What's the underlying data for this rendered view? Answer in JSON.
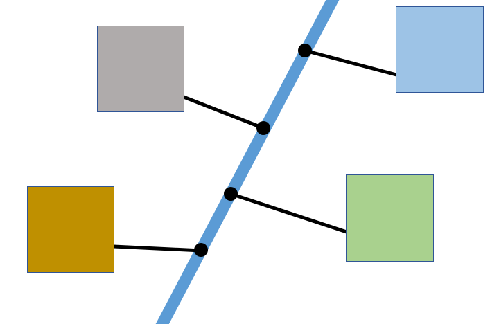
{
  "diagram": {
    "spine_color": "#5B9BD5",
    "connector_color": "#000000",
    "node_color": "#000000",
    "box_border_color": "#2F5597",
    "boxes": [
      {
        "id": "gray-box",
        "fill": "#AFABAB"
      },
      {
        "id": "light-blue-box",
        "fill": "#9DC3E6"
      },
      {
        "id": "mustard-box",
        "fill": "#BF9000"
      },
      {
        "id": "light-green-box",
        "fill": "#A9D18E"
      }
    ]
  }
}
